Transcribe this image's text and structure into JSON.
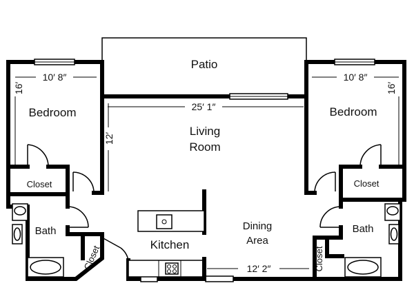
{
  "rooms": {
    "patio": "Patio",
    "bedroom_left": "Bedroom",
    "bedroom_right": "Bedroom",
    "living_line1": "Living",
    "living_line2": "Room",
    "closet_left": "Closet",
    "closet_right": "Closet",
    "bath_left": "Bath",
    "bath_right": "Bath",
    "kitchen": "Kitchen",
    "dining_line1": "Dining",
    "dining_line2": "Area",
    "closet_small_left": "Closet",
    "closet_small_right": "Closet"
  },
  "dimensions": {
    "bedroom_left_width": "10′ 8″",
    "bedroom_left_depth": "16′",
    "bedroom_right_width": "10′ 8″",
    "bedroom_right_depth": "16′",
    "living_width": "25′ 1″",
    "living_depth": "12′",
    "dining_width": "12′ 2″"
  }
}
